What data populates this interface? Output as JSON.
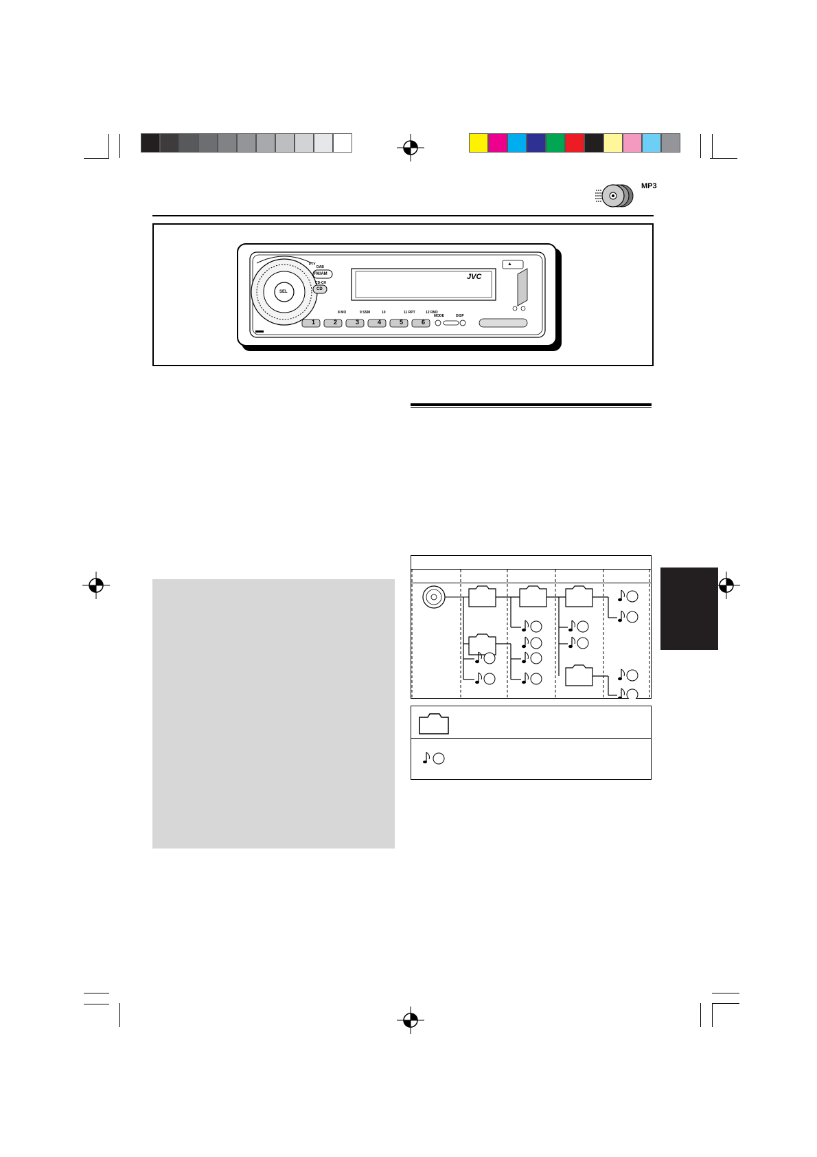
{
  "header": {
    "badge_text": "MP3",
    "badge_icon": "mp3-disc-icon"
  },
  "registration": {
    "gray_bars": [
      "#231f20",
      "#3d3b3c",
      "#58595b",
      "#6d6e71",
      "#808285",
      "#939598",
      "#a7a9ac",
      "#bcbec0",
      "#d1d3d4",
      "#e6e7e8",
      "#ffffff"
    ],
    "color_bars": [
      "#fff200",
      "#ec008c",
      "#00aeef",
      "#2e3192",
      "#00a651",
      "#ed1c24",
      "#231f20",
      "#fff799",
      "#f49ac1",
      "#6dcff6",
      "#939598"
    ]
  },
  "device": {
    "brand": "JVC",
    "buttons": {
      "fm_am": "FM/AM",
      "cd": "CD",
      "sel": "SEL",
      "dab": "DAB",
      "cd_ch": "CD-CH",
      "ptt": "PTY",
      "mode": "MODE",
      "disp": "DISP",
      "eject": "▲"
    },
    "preset_labels": [
      "1",
      "2",
      "3",
      "4",
      "5",
      "6"
    ],
    "preset_sub_labels": [
      "8 MO",
      "9 SSM",
      "10",
      "11 RPT",
      "12 RND"
    ]
  },
  "colors": {
    "note_bg": "#d7d7d7",
    "tab_bg": "#231f20"
  }
}
